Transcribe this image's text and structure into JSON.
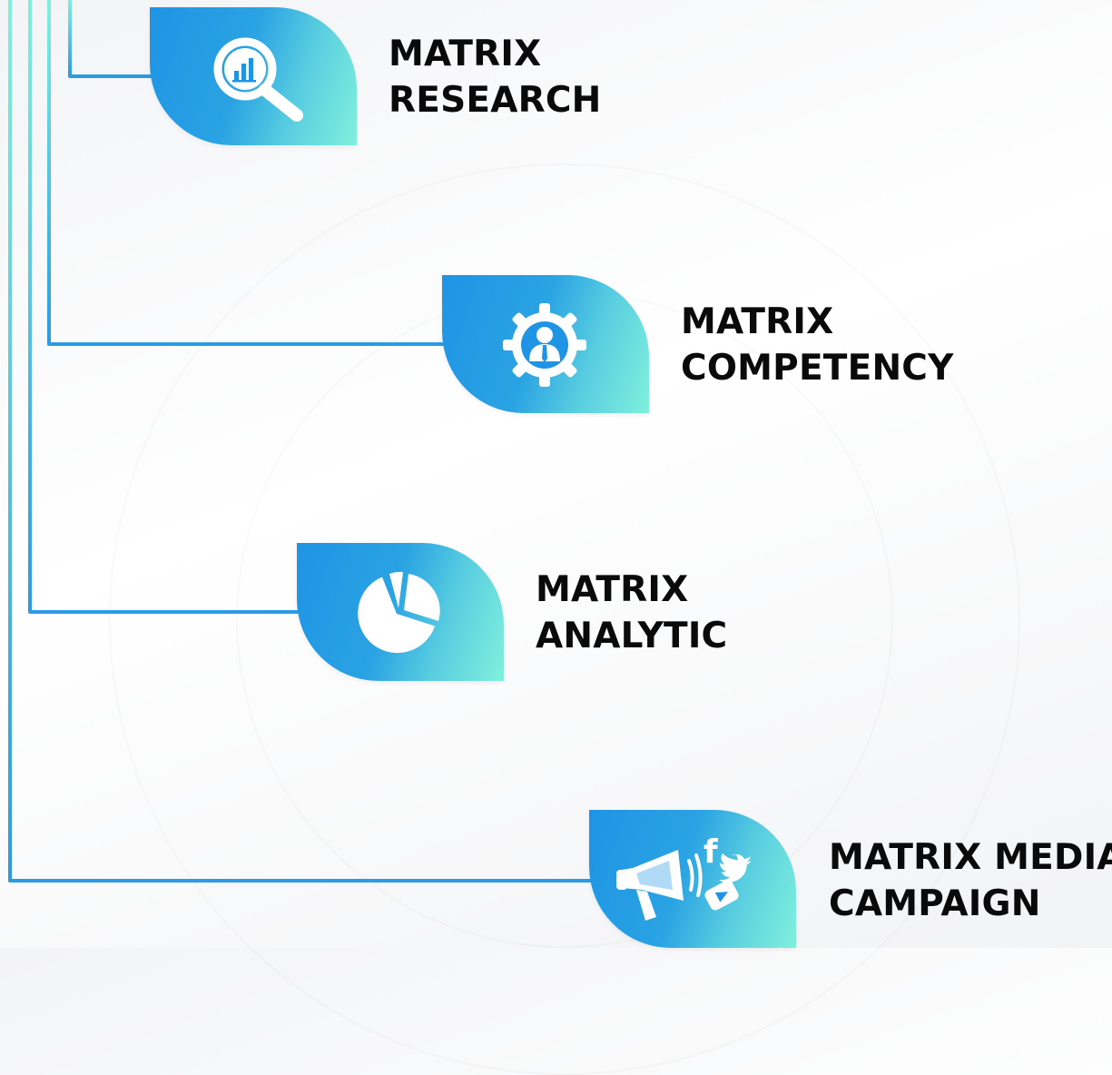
{
  "colors": {
    "accent_dark": "#1f94e4",
    "accent_light": "#80f0dc",
    "text": "#0a0a0a"
  },
  "nodes": [
    {
      "id": "research",
      "icon": "magnifier-bar-chart-icon",
      "line1": "MATRIX",
      "line2": "RESEARCH"
    },
    {
      "id": "competency",
      "icon": "gear-person-icon",
      "line1": "MATRIX",
      "line2": "COMPETENCY"
    },
    {
      "id": "analytic",
      "icon": "pie-chart-icon",
      "line1": "MATRIX",
      "line2": "ANALYTIC"
    },
    {
      "id": "media",
      "icon": "megaphone-social-icon",
      "line1": "MATRIX MEDIA",
      "line2": "CAMPAIGN"
    }
  ]
}
